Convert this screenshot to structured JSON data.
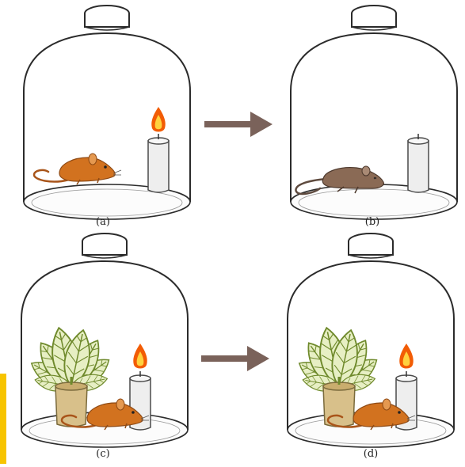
{
  "panels": [
    {
      "id": "a",
      "label": "(a)",
      "jar_content": [
        "mouse",
        "candle-lit"
      ],
      "mouse_state": "alive"
    },
    {
      "id": "b",
      "label": "(b)",
      "jar_content": [
        "mouse",
        "candle-extinguished"
      ],
      "mouse_state": "dead"
    },
    {
      "id": "c",
      "label": "(c)",
      "jar_content": [
        "plant",
        "mouse",
        "candle-lit"
      ],
      "mouse_state": "alive"
    },
    {
      "id": "d",
      "label": "(d)",
      "jar_content": [
        "plant",
        "mouse",
        "candle-lit"
      ],
      "mouse_state": "alive"
    }
  ],
  "colors": {
    "jar_outline": "#2b2b2b",
    "arrow": "#7a625a",
    "mouse_alive": "#d2721f",
    "mouse_dead": "#8a6a55",
    "candle": "#eeeeee",
    "flame_outer": "#f25c05",
    "flame_inner": "#ffd23f",
    "leaf": "#e7efc4",
    "leaf_vein": "#6f8a2c",
    "pot": "#d8c08a",
    "accent_strip": "#f7c400"
  },
  "icons": [
    "bell-jar-icon",
    "mouse-icon",
    "candle-icon",
    "flame-icon",
    "plant-icon",
    "arrow-right-icon"
  ]
}
